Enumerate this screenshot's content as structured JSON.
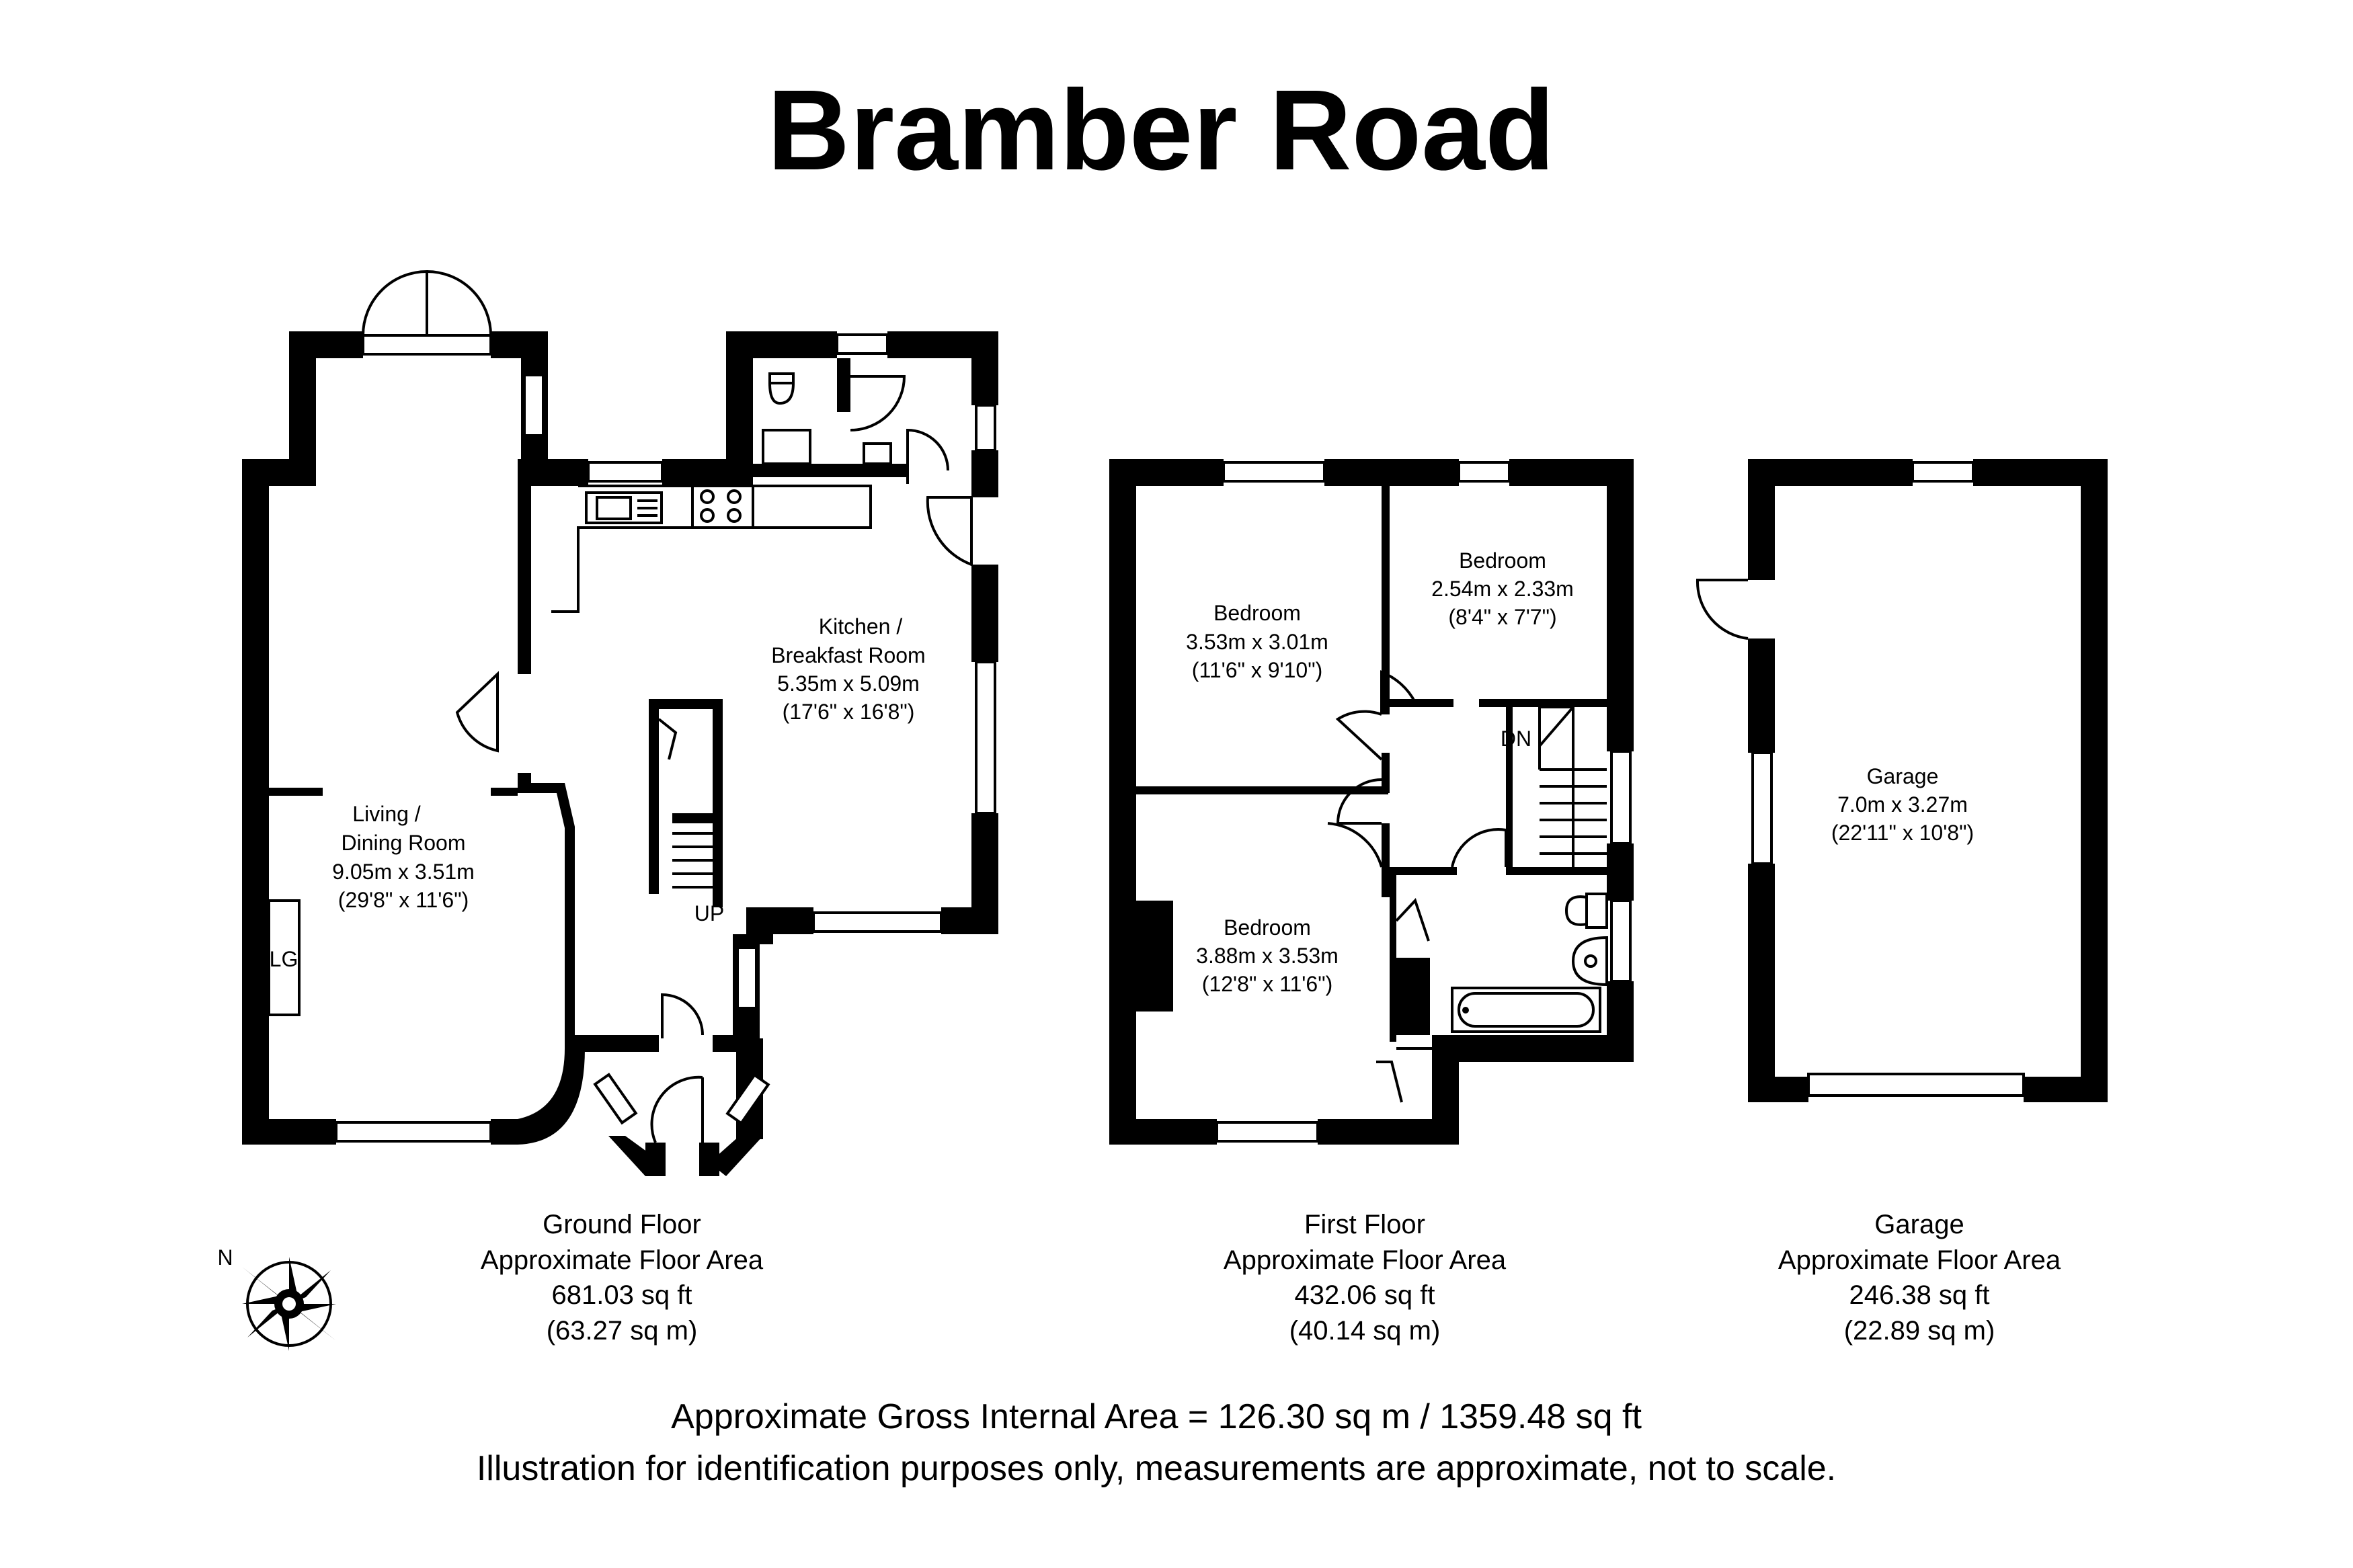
{
  "title": "Bramber Road",
  "rooms": {
    "living": {
      "name1": "Living /",
      "name2": "Dining Room",
      "metric": "9.05m x 3.51m",
      "imperial": "(29'8\" x 11'6\")"
    },
    "kitchen": {
      "name1": "Kitchen /",
      "name2": "Breakfast Room",
      "metric": "5.35m x 5.09m",
      "imperial": "(17'6\" x 16'8\")"
    },
    "bedroom1": {
      "name": "Bedroom",
      "metric": "3.53m x 3.01m",
      "imperial": "(11'6\" x 9'10\")"
    },
    "bedroom2": {
      "name": "Bedroom",
      "metric": "2.54m x 2.33m",
      "imperial": "(8'4\" x 7'7\")"
    },
    "bedroom3": {
      "name": "Bedroom",
      "metric": "3.88m x 3.53m",
      "imperial": "(12'8\" x 11'6\")"
    },
    "garage": {
      "name": "Garage",
      "metric": "7.0m x 3.27m",
      "imperial": "(22'11\" x 10'8\")"
    }
  },
  "markers": {
    "lg": "LG",
    "up": "UP",
    "dn": "DN",
    "north": "N"
  },
  "floors": {
    "ground": {
      "name": "Ground Floor",
      "label": "Approximate Floor Area",
      "sqft": "681.03 sq ft",
      "sqm": "(63.27 sq m)"
    },
    "first": {
      "name": "First Floor",
      "label": "Approximate Floor Area",
      "sqft": "432.06 sq ft",
      "sqm": "(40.14 sq m)"
    },
    "garage": {
      "name": "Garage",
      "label": "Approximate Floor Area",
      "sqft": "246.38 sq ft",
      "sqm": "(22.89 sq m)"
    }
  },
  "footer": {
    "gross": "Approximate Gross Internal Area = 126.30 sq m / 1359.48 sq ft",
    "disclaimer": "Illustration for identification purposes only, measurements are approximate, not to scale."
  },
  "icons": {
    "compass": "compass-rose-icon"
  }
}
